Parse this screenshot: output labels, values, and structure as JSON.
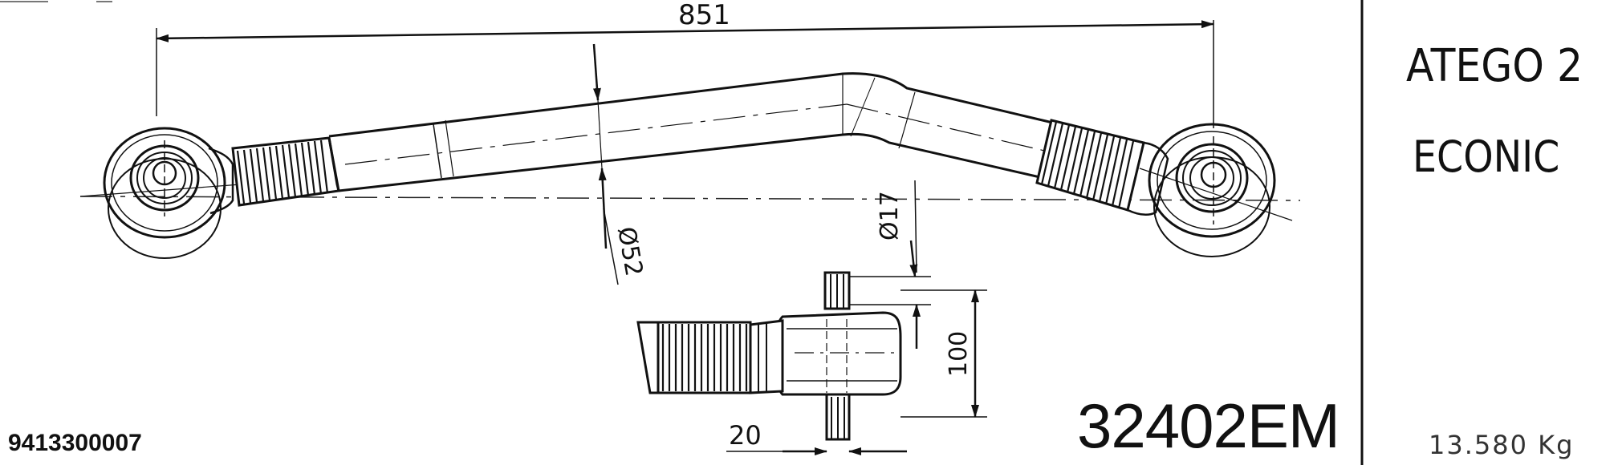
{
  "drawing": {
    "dimensions": {
      "overall_length": "851",
      "tube_diameter": "Ø52",
      "pin_diameter": "Ø17",
      "eye_height": "100",
      "pin_offset": "20"
    },
    "part_number": "9413300007",
    "reference_code": "32402EM",
    "weight": "13.580 Kg"
  },
  "sidebar": {
    "models": [
      "ATEGO 2",
      "ECONIC"
    ]
  }
}
